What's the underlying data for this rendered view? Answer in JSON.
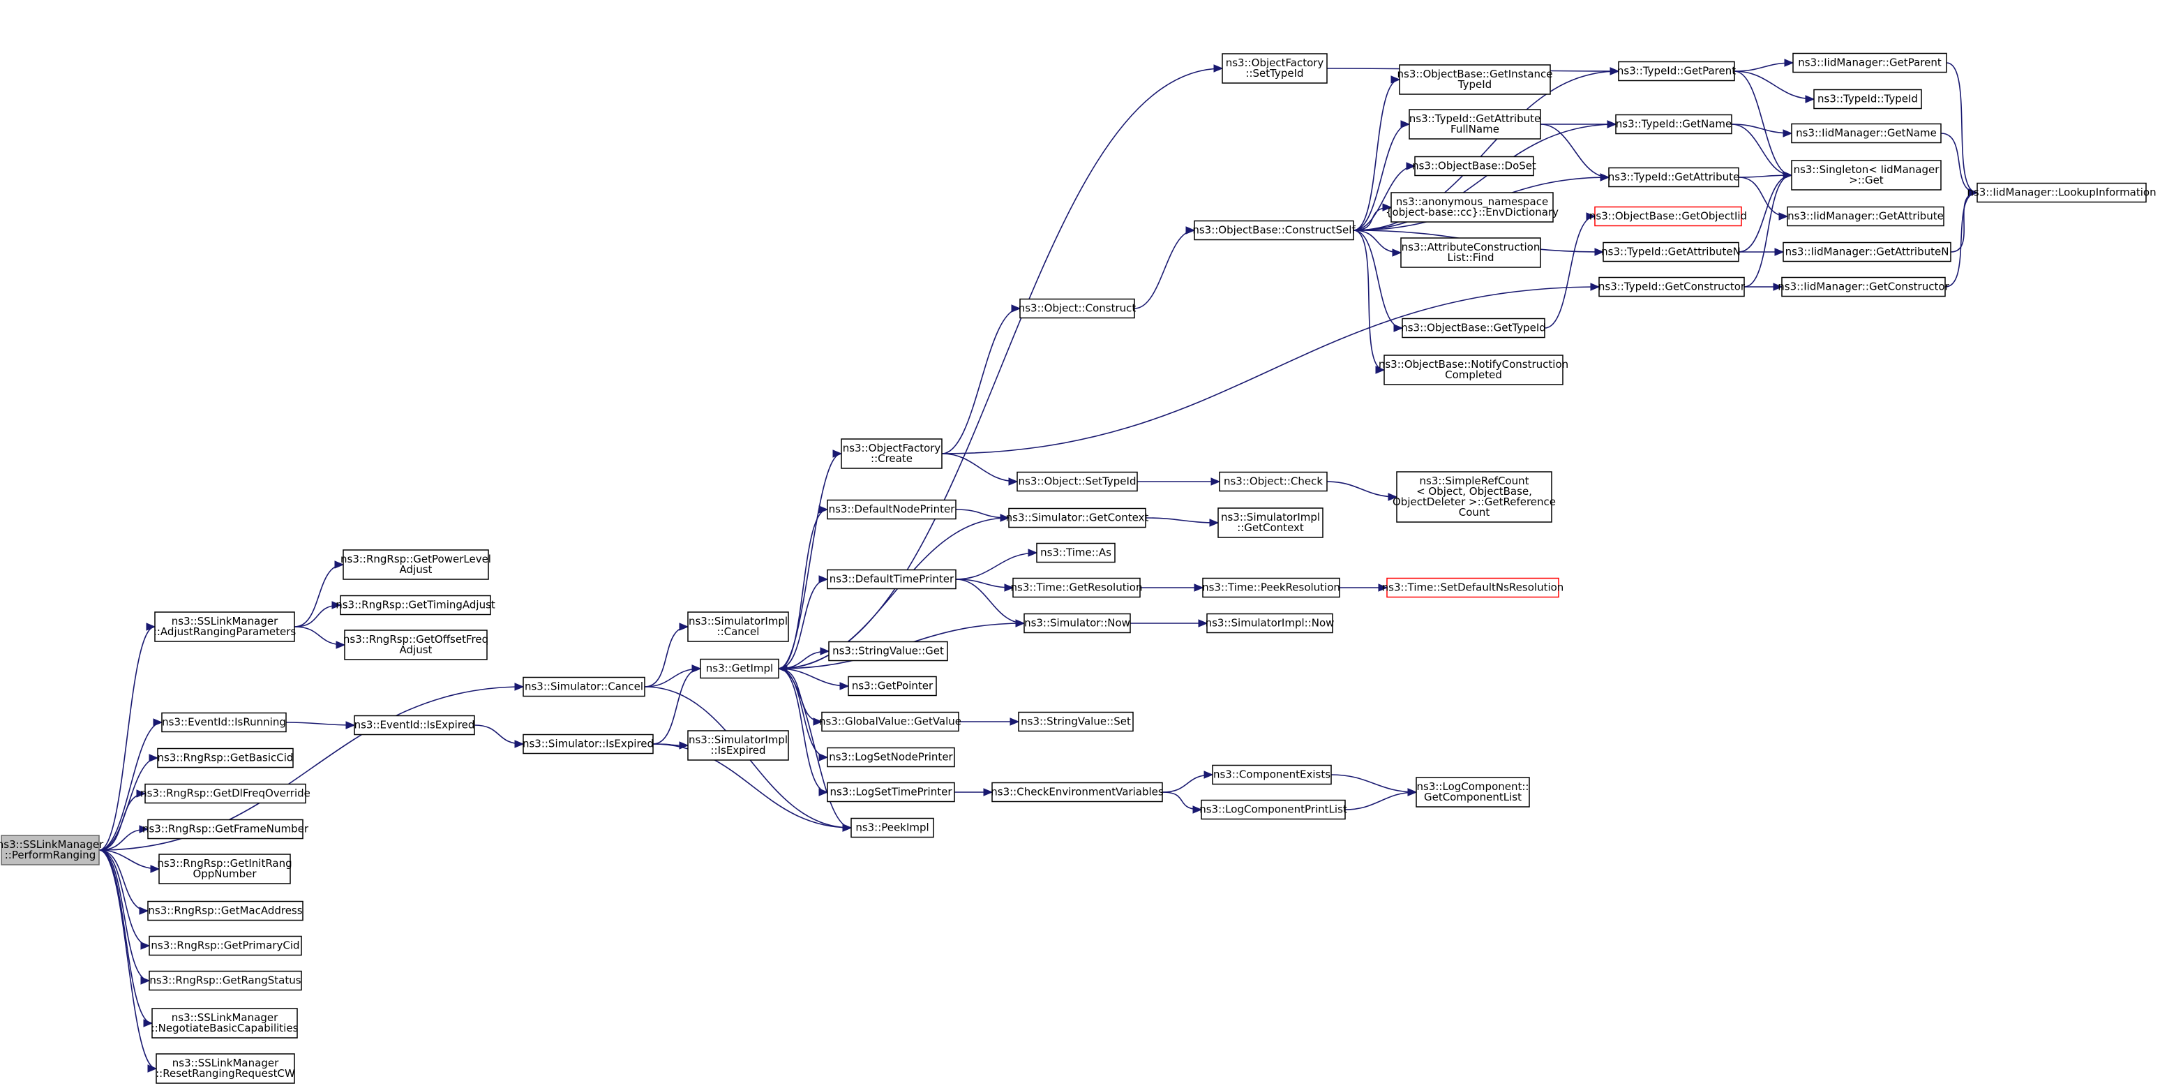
{
  "colors": {
    "edge": "#191970",
    "node_fill": "#ffffff",
    "node_border": "#000000",
    "root_fill": "#bfbfbf",
    "root_border": "#666666",
    "truncated_border": "#ff0000"
  },
  "nodes": {
    "PerformRanging": {
      "lines": [
        "ns3::SSLinkManager",
        "::PerformRanging"
      ],
      "kind": "root"
    },
    "AdjustRangingParameters": {
      "lines": [
        "ns3::SSLinkManager",
        "::AdjustRangingParameters"
      ]
    },
    "GetPowerLevelAdjust": {
      "lines": [
        "ns3::RngRsp::GetPowerLevel",
        "Adjust"
      ]
    },
    "GetTimingAdjust": {
      "lines": [
        "ns3::RngRsp::GetTimingAdjust"
      ]
    },
    "GetOffsetFreqAdjust": {
      "lines": [
        "ns3::RngRsp::GetOffsetFreq",
        "Adjust"
      ]
    },
    "SimulatorCancel": {
      "lines": [
        "ns3::Simulator::Cancel"
      ]
    },
    "SimulatorImplCancel": {
      "lines": [
        "ns3::SimulatorImpl",
        "::Cancel"
      ]
    },
    "GetImpl": {
      "lines": [
        "ns3::GetImpl"
      ]
    },
    "PeekImpl": {
      "lines": [
        "ns3::PeekImpl"
      ]
    },
    "EventIdIsRunning": {
      "lines": [
        "ns3::EventId::IsRunning"
      ]
    },
    "EventIdIsExpired": {
      "lines": [
        "ns3::EventId::IsExpired"
      ]
    },
    "SimulatorIsExpired": {
      "lines": [
        "ns3::Simulator::IsExpired"
      ]
    },
    "SimulatorImplIsExpired": {
      "lines": [
        "ns3::SimulatorImpl",
        "::IsExpired"
      ]
    },
    "GetBasicCid": {
      "lines": [
        "ns3::RngRsp::GetBasicCid"
      ]
    },
    "GetDlFreqOverride": {
      "lines": [
        "ns3::RngRsp::GetDlFreqOverride"
      ]
    },
    "GetFrameNumber": {
      "lines": [
        "ns3::RngRsp::GetFrameNumber"
      ]
    },
    "GetInitRangOppNumber": {
      "lines": [
        "ns3::RngRsp::GetInitRang",
        "OppNumber"
      ]
    },
    "GetMacAddress": {
      "lines": [
        "ns3::RngRsp::GetMacAddress"
      ]
    },
    "GetPrimaryCid": {
      "lines": [
        "ns3::RngRsp::GetPrimaryCid"
      ]
    },
    "GetRangStatus": {
      "lines": [
        "ns3::RngRsp::GetRangStatus"
      ]
    },
    "NegotiateBasicCapabilities": {
      "lines": [
        "ns3::SSLinkManager",
        "::NegotiateBasicCapabilities"
      ]
    },
    "ResetRangingRequestCW": {
      "lines": [
        "ns3::SSLinkManager",
        "::ResetRangingRequestCW"
      ]
    },
    "ObjectFactoryCreate": {
      "lines": [
        "ns3::ObjectFactory",
        "::Create"
      ]
    },
    "DefaultNodePrinter": {
      "lines": [
        "ns3::DefaultNodePrinter"
      ]
    },
    "DefaultTimePrinter": {
      "lines": [
        "ns3::DefaultTimePrinter"
      ]
    },
    "StringValueGet": {
      "lines": [
        "ns3::StringValue::Get"
      ]
    },
    "GetPointer": {
      "lines": [
        "ns3::GetPointer"
      ]
    },
    "GlobalValueGetValue": {
      "lines": [
        "ns3::GlobalValue::GetValue"
      ]
    },
    "LogSetNodePrinter": {
      "lines": [
        "ns3::LogSetNodePrinter"
      ]
    },
    "LogSetTimePrinter": {
      "lines": [
        "ns3::LogSetTimePrinter"
      ]
    },
    "ObjectFactorySetTypeId": {
      "lines": [
        "ns3::ObjectFactory",
        "::SetTypeId"
      ]
    },
    "ObjectConstruct": {
      "lines": [
        "ns3::Object::Construct"
      ]
    },
    "ObjectSetTypeId": {
      "lines": [
        "ns3::Object::SetTypeId"
      ]
    },
    "SimulatorGetContext": {
      "lines": [
        "ns3::Simulator::GetContext"
      ]
    },
    "TimeAs": {
      "lines": [
        "ns3::Time::As"
      ]
    },
    "TimeGetResolution": {
      "lines": [
        "ns3::Time::GetResolution"
      ]
    },
    "SimulatorNow": {
      "lines": [
        "ns3::Simulator::Now"
      ]
    },
    "StringValueSet": {
      "lines": [
        "ns3::StringValue::Set"
      ]
    },
    "CheckEnvironmentVariables": {
      "lines": [
        "ns3::CheckEnvironmentVariables"
      ]
    },
    "ObjectBaseConstructSelf": {
      "lines": [
        "ns3::ObjectBase::ConstructSelf"
      ]
    },
    "ObjectCheck": {
      "lines": [
        "ns3::Object::Check"
      ]
    },
    "SimulatorImplGetContext": {
      "lines": [
        "ns3::SimulatorImpl",
        "::GetContext"
      ]
    },
    "TimePeekResolution": {
      "lines": [
        "ns3::Time::PeekResolution"
      ]
    },
    "SimulatorImplNow": {
      "lines": [
        "ns3::SimulatorImpl::Now"
      ]
    },
    "ComponentExists": {
      "lines": [
        "ns3::ComponentExists"
      ]
    },
    "LogComponentPrintList": {
      "lines": [
        "ns3::LogComponentPrintList"
      ]
    },
    "ObjectBaseGetInstanceTypeId": {
      "lines": [
        "ns3::ObjectBase::GetInstance",
        "TypeId"
      ]
    },
    "TypeIdGetAttributeFullName": {
      "lines": [
        "ns3::TypeId::GetAttribute",
        "FullName"
      ]
    },
    "ObjectBaseDoSet": {
      "lines": [
        "ns3::ObjectBase::DoSet"
      ]
    },
    "EnvDictionary": {
      "lines": [
        "ns3::anonymous_namespace",
        "{object-base::cc}::EnvDictionary"
      ]
    },
    "AttributeConstructionListFind": {
      "lines": [
        "ns3::AttributeConstruction",
        "List::Find"
      ]
    },
    "ObjectBaseGetTypeId": {
      "lines": [
        "ns3::ObjectBase::GetTypeId"
      ]
    },
    "NotifyConstructionCompleted": {
      "lines": [
        "ns3::ObjectBase::NotifyConstruction",
        "Completed"
      ]
    },
    "SimpleRefCountGetReferenceCount": {
      "lines": [
        "ns3::SimpleRefCount",
        "< Object, ObjectBase,",
        " ObjectDeleter >::GetReference",
        "Count"
      ]
    },
    "TimeSetDefaultNsResolution": {
      "lines": [
        "ns3::Time::SetDefaultNsResolution"
      ],
      "kind": "truncated"
    },
    "LogComponentGetComponentList": {
      "lines": [
        "ns3::LogComponent::",
        "GetComponentList"
      ]
    },
    "TypeIdGetParent": {
      "lines": [
        "ns3::TypeId::GetParent"
      ]
    },
    "TypeIdGetName": {
      "lines": [
        "ns3::TypeId::GetName"
      ]
    },
    "TypeIdGetAttribute": {
      "lines": [
        "ns3::TypeId::GetAttribute"
      ]
    },
    "ObjectBaseGetObjectIid": {
      "lines": [
        "ns3::ObjectBase::GetObjectIid"
      ],
      "kind": "truncated"
    },
    "TypeIdGetAttributeN": {
      "lines": [
        "ns3::TypeId::GetAttributeN"
      ]
    },
    "TypeIdGetConstructor": {
      "lines": [
        "ns3::TypeId::GetConstructor"
      ]
    },
    "IidManagerGetParent": {
      "lines": [
        "ns3::IidManager::GetParent"
      ]
    },
    "TypeIdTypeId": {
      "lines": [
        "ns3::TypeId::TypeId"
      ]
    },
    "IidManagerGetName": {
      "lines": [
        "ns3::IidManager::GetName"
      ]
    },
    "SingletonGet": {
      "lines": [
        "ns3::Singleton< IidManager",
        " >::Get"
      ]
    },
    "IidManagerGetAttribute": {
      "lines": [
        "ns3::IidManager::GetAttribute"
      ]
    },
    "IidManagerGetAttributeN": {
      "lines": [
        "ns3::IidManager::GetAttributeN"
      ]
    },
    "IidManagerGetConstructor": {
      "lines": [
        "ns3::IidManager::GetConstructor"
      ]
    },
    "IidManagerLookupInformation": {
      "lines": [
        "ns3::IidManager::LookupInformation"
      ]
    }
  },
  "edges": [
    [
      "PerformRanging",
      "AdjustRangingParameters"
    ],
    [
      "PerformRanging",
      "SimulatorCancel"
    ],
    [
      "PerformRanging",
      "EventIdIsRunning"
    ],
    [
      "PerformRanging",
      "GetBasicCid"
    ],
    [
      "PerformRanging",
      "GetDlFreqOverride"
    ],
    [
      "PerformRanging",
      "GetFrameNumber"
    ],
    [
      "PerformRanging",
      "GetInitRangOppNumber"
    ],
    [
      "PerformRanging",
      "GetMacAddress"
    ],
    [
      "PerformRanging",
      "GetPrimaryCid"
    ],
    [
      "PerformRanging",
      "GetRangStatus"
    ],
    [
      "PerformRanging",
      "NegotiateBasicCapabilities"
    ],
    [
      "PerformRanging",
      "ResetRangingRequestCW"
    ],
    [
      "AdjustRangingParameters",
      "GetPowerLevelAdjust"
    ],
    [
      "AdjustRangingParameters",
      "GetTimingAdjust"
    ],
    [
      "AdjustRangingParameters",
      "GetOffsetFreqAdjust"
    ],
    [
      "SimulatorCancel",
      "SimulatorImplCancel"
    ],
    [
      "SimulatorCancel",
      "GetImpl"
    ],
    [
      "SimulatorCancel",
      "PeekImpl"
    ],
    [
      "EventIdIsRunning",
      "EventIdIsExpired"
    ],
    [
      "EventIdIsExpired",
      "SimulatorIsExpired"
    ],
    [
      "SimulatorIsExpired",
      "GetImpl"
    ],
    [
      "SimulatorIsExpired",
      "SimulatorImplIsExpired"
    ],
    [
      "SimulatorIsExpired",
      "PeekImpl"
    ],
    [
      "GetImpl",
      "ObjectFactoryCreate"
    ],
    [
      "GetImpl",
      "DefaultNodePrinter"
    ],
    [
      "GetImpl",
      "DefaultTimePrinter"
    ],
    [
      "GetImpl",
      "StringValueGet"
    ],
    [
      "GetImpl",
      "GetPointer"
    ],
    [
      "GetImpl",
      "GlobalValueGetValue"
    ],
    [
      "GetImpl",
      "LogSetNodePrinter"
    ],
    [
      "GetImpl",
      "LogSetTimePrinter"
    ],
    [
      "GetImpl",
      "ObjectFactorySetTypeId"
    ],
    [
      "GetImpl",
      "PeekImpl"
    ],
    [
      "ObjectFactoryCreate",
      "ObjectConstruct"
    ],
    [
      "ObjectFactoryCreate",
      "ObjectSetTypeId"
    ],
    [
      "ObjectFactoryCreate",
      "TypeIdGetConstructor"
    ],
    [
      "DefaultNodePrinter",
      "SimulatorGetContext"
    ],
    [
      "DefaultTimePrinter",
      "TimeAs"
    ],
    [
      "DefaultTimePrinter",
      "TimeGetResolution"
    ],
    [
      "DefaultTimePrinter",
      "SimulatorNow"
    ],
    [
      "GlobalValueGetValue",
      "StringValueSet"
    ],
    [
      "LogSetTimePrinter",
      "CheckEnvironmentVariables"
    ],
    [
      "ObjectFactorySetTypeId",
      "TypeIdGetParent"
    ],
    [
      "ObjectConstruct",
      "ObjectBaseConstructSelf"
    ],
    [
      "ObjectSetTypeId",
      "ObjectCheck"
    ],
    [
      "SimulatorGetContext",
      "GetImpl"
    ],
    [
      "SimulatorGetContext",
      "SimulatorImplGetContext"
    ],
    [
      "TimeGetResolution",
      "TimePeekResolution"
    ],
    [
      "SimulatorNow",
      "GetImpl"
    ],
    [
      "SimulatorNow",
      "SimulatorImplNow"
    ],
    [
      "CheckEnvironmentVariables",
      "ComponentExists"
    ],
    [
      "CheckEnvironmentVariables",
      "LogComponentPrintList"
    ],
    [
      "ObjectBaseConstructSelf",
      "ObjectBaseGetInstanceTypeId"
    ],
    [
      "ObjectBaseConstructSelf",
      "TypeIdGetAttributeFullName"
    ],
    [
      "ObjectBaseConstructSelf",
      "ObjectBaseDoSet"
    ],
    [
      "ObjectBaseConstructSelf",
      "EnvDictionary"
    ],
    [
      "ObjectBaseConstructSelf",
      "AttributeConstructionListFind"
    ],
    [
      "ObjectBaseConstructSelf",
      "ObjectBaseGetTypeId"
    ],
    [
      "ObjectBaseConstructSelf",
      "NotifyConstructionCompleted"
    ],
    [
      "ObjectBaseConstructSelf",
      "TypeIdGetParent"
    ],
    [
      "ObjectBaseConstructSelf",
      "TypeIdGetName"
    ],
    [
      "ObjectBaseConstructSelf",
      "TypeIdGetAttribute"
    ],
    [
      "ObjectBaseConstructSelf",
      "TypeIdGetAttributeN"
    ],
    [
      "ObjectCheck",
      "SimpleRefCountGetReferenceCount"
    ],
    [
      "TimePeekResolution",
      "TimeSetDefaultNsResolution"
    ],
    [
      "ComponentExists",
      "LogComponentGetComponentList"
    ],
    [
      "LogComponentPrintList",
      "LogComponentGetComponentList"
    ],
    [
      "TypeIdGetAttributeFullName",
      "TypeIdGetName"
    ],
    [
      "TypeIdGetAttributeFullName",
      "TypeIdGetAttribute"
    ],
    [
      "ObjectBaseGetTypeId",
      "ObjectBaseGetObjectIid"
    ],
    [
      "TypeIdGetParent",
      "IidManagerGetParent"
    ],
    [
      "TypeIdGetParent",
      "TypeIdTypeId"
    ],
    [
      "TypeIdGetParent",
      "SingletonGet"
    ],
    [
      "TypeIdGetName",
      "IidManagerGetName"
    ],
    [
      "TypeIdGetName",
      "SingletonGet"
    ],
    [
      "TypeIdGetAttribute",
      "SingletonGet"
    ],
    [
      "TypeIdGetAttribute",
      "IidManagerGetAttribute"
    ],
    [
      "TypeIdGetAttributeN",
      "IidManagerGetAttributeN"
    ],
    [
      "TypeIdGetAttributeN",
      "SingletonGet"
    ],
    [
      "TypeIdGetConstructor",
      "IidManagerGetConstructor"
    ],
    [
      "TypeIdGetConstructor",
      "SingletonGet"
    ],
    [
      "IidManagerGetParent",
      "IidManagerLookupInformation"
    ],
    [
      "IidManagerGetName",
      "IidManagerLookupInformation"
    ],
    [
      "IidManagerGetAttributeN",
      "IidManagerLookupInformation"
    ],
    [
      "IidManagerGetConstructor",
      "IidManagerLookupInformation"
    ]
  ]
}
